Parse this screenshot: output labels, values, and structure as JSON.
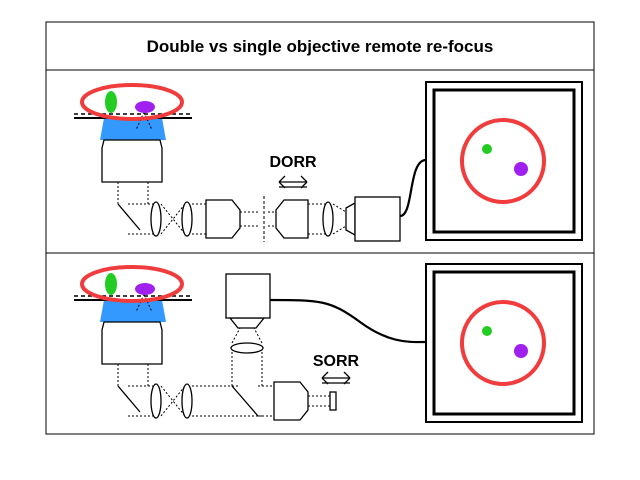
{
  "title": "Double vs single objective remote re-focus",
  "panels": [
    {
      "id": "dorr",
      "label": "DORR"
    },
    {
      "id": "sorr",
      "label": "SORR"
    }
  ],
  "colors": {
    "sample_ring": "#f03c3c",
    "cell_green": "#22cc22",
    "cell_purple": "#a020f0",
    "immersion_blue": "#3399ff",
    "ink": "#000000"
  }
}
